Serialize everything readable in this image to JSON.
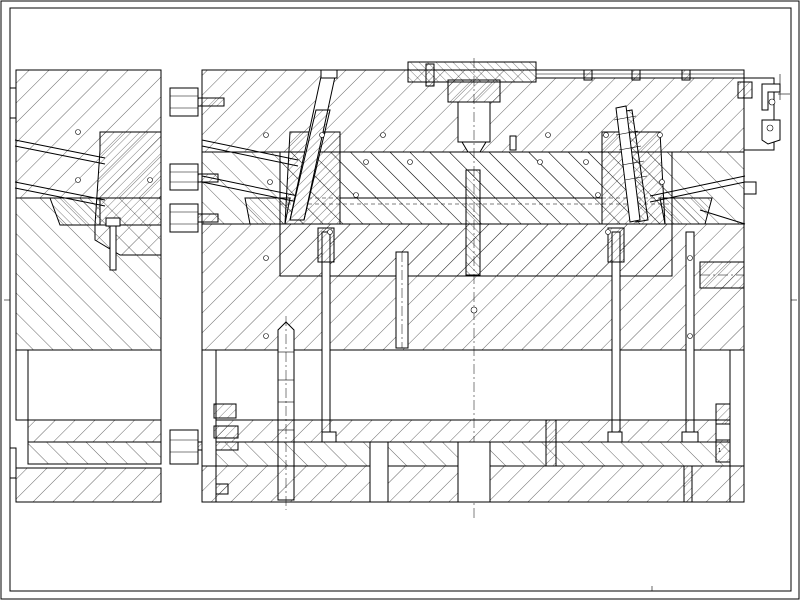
{
  "drawing": {
    "title_marks": [
      "A",
      "B",
      "C",
      "D"
    ],
    "colors": {
      "line": "#000000",
      "paper": "#ffffff"
    },
    "hatch_spacing_px": 14
  }
}
